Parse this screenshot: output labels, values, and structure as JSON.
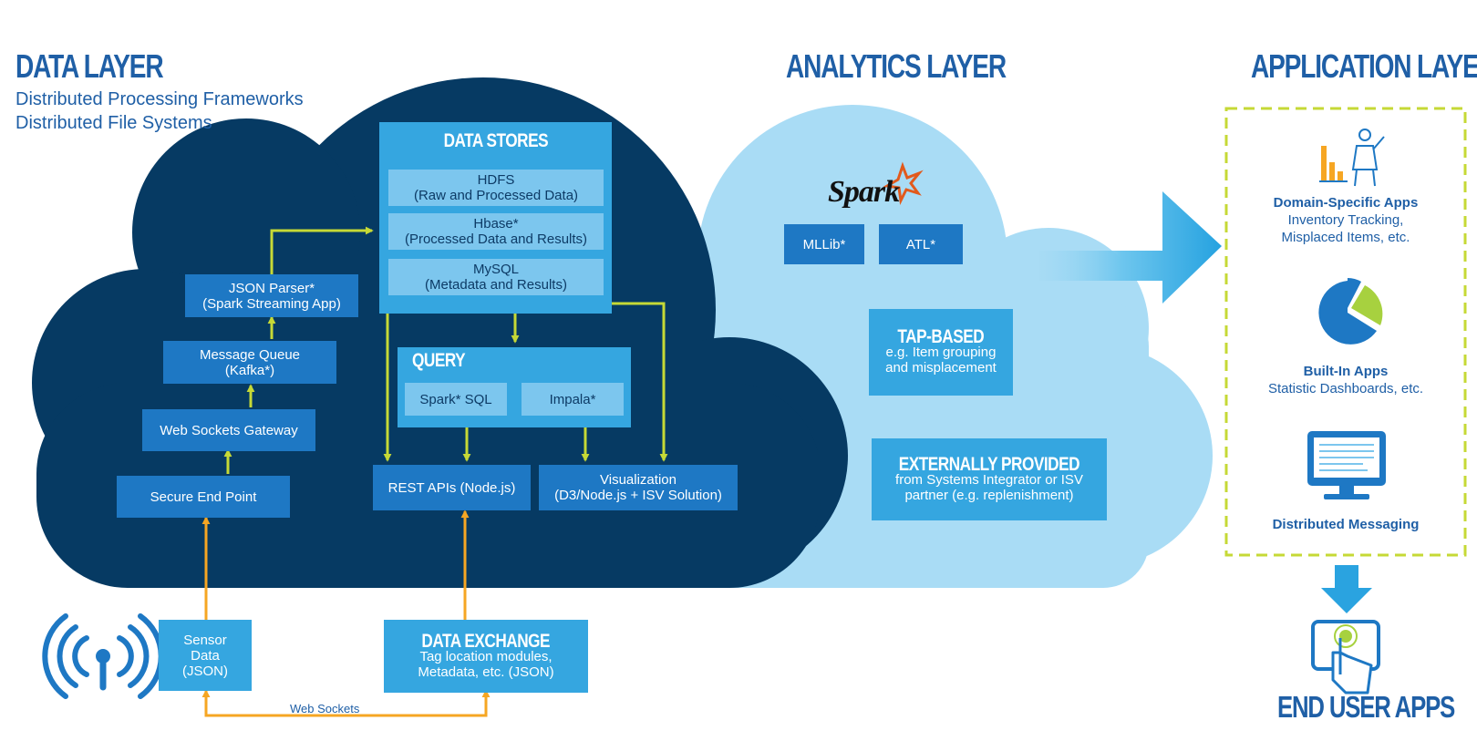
{
  "layers": {
    "data": {
      "title": "DATA LAYER",
      "subtitle_1": "Distributed Processing Frameworks",
      "subtitle_2": "Distributed File Systems"
    },
    "analytics": {
      "title": "ANALYTICS LAYER"
    },
    "application": {
      "title": "APPLICATION LAYER"
    }
  },
  "data_stores": {
    "title": "DATA STORES",
    "hdfs": {
      "name": "HDFS",
      "desc": "(Raw and Processed Data)"
    },
    "hbase": {
      "name": "Hbase*",
      "desc": "(Processed Data and Results)"
    },
    "mysql": {
      "name": "MySQL",
      "desc": "(Metadata and Results)"
    }
  },
  "pipeline": {
    "json_parser": {
      "line1": "JSON Parser*",
      "line2": "(Spark Streaming App)"
    },
    "message_queue": {
      "line1": "Message Queue",
      "line2": "(Kafka*)"
    },
    "web_sockets_gateway": "Web Sockets Gateway",
    "secure_end_point": "Secure End Point"
  },
  "query": {
    "title": "QUERY",
    "spark_sql": "Spark* SQL",
    "impala": "Impala*"
  },
  "rest_apis": "REST APIs (Node.js)",
  "visualization": {
    "line1": "Visualization",
    "line2": "(D3/Node.js + ISV Solution)"
  },
  "sensor": {
    "line1": "Sensor",
    "line2": "Data",
    "line3": "(JSON)"
  },
  "data_exchange": {
    "title": "DATA EXCHANGE",
    "line1": "Tag location modules,",
    "line2": "Metadata, etc. (JSON)"
  },
  "web_sockets_label": "Web Sockets",
  "analytics": {
    "spark_logo": "Spark",
    "mllib": "MLLib*",
    "atl": "ATL*",
    "tap": {
      "title": "TAP-BASED",
      "line1": "e.g. Item grouping",
      "line2": "and misplacement"
    },
    "external": {
      "title": "EXTERNALLY PROVIDED",
      "line1": "from Systems Integrator or ISV",
      "line2": "partner (e.g. replenishment)"
    }
  },
  "apps": {
    "domain": {
      "title": "Domain-Specific Apps",
      "line1": "Inventory Tracking,",
      "line2": "Misplaced Items, etc."
    },
    "builtin": {
      "title": "Built-In Apps",
      "line1": "Statistic Dashboards, etc."
    },
    "messaging": {
      "title": "Distributed Messaging"
    },
    "end_user_title": "END USER APPS"
  },
  "colors": {
    "dark_navy": "#063a63",
    "mid_blue": "#1e78c4",
    "light_blue": "#35a6e0",
    "sky_cloud": "#a9dcf5",
    "title_blue": "#1f5fa6",
    "arrow_green": "#c6d936",
    "arrow_orange": "#f6a623",
    "spark_orange": "#e25a1c"
  }
}
